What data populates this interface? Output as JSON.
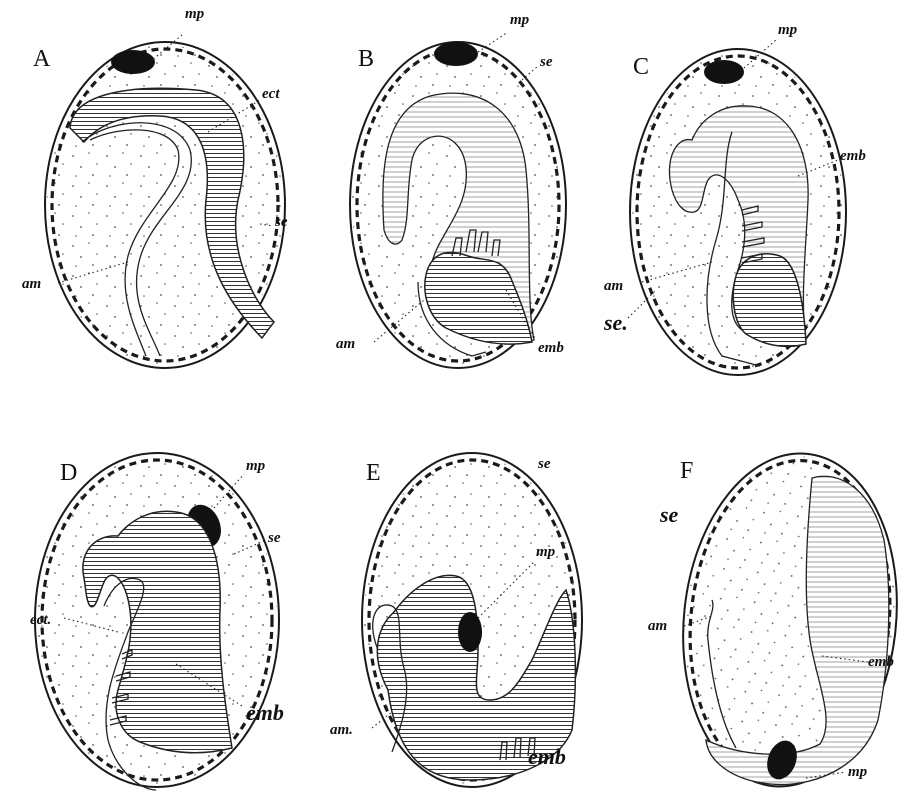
{
  "panels": [
    {
      "id": "A",
      "letter": "A",
      "labels": {
        "mp": "mp",
        "ect": "ect",
        "se": "se",
        "am": "am"
      }
    },
    {
      "id": "B",
      "letter": "B",
      "labels": {
        "mp": "mp",
        "se": "se",
        "am": "am",
        "emb": "emb"
      }
    },
    {
      "id": "C",
      "letter": "C",
      "labels": {
        "mp": "mp",
        "emb": "emb",
        "am": "am",
        "se": "se."
      }
    },
    {
      "id": "D",
      "letter": "D",
      "labels": {
        "mp": "mp",
        "se": "se",
        "ect": "ect.",
        "emb": "emb"
      }
    },
    {
      "id": "E",
      "letter": "E",
      "labels": {
        "se": "se",
        "mp": "mp",
        "am": "am.",
        "emb": "emb"
      }
    },
    {
      "id": "F",
      "letter": "F",
      "labels": {
        "se": "se",
        "am": "am",
        "emb": "emb",
        "mp": "mp"
      }
    }
  ]
}
